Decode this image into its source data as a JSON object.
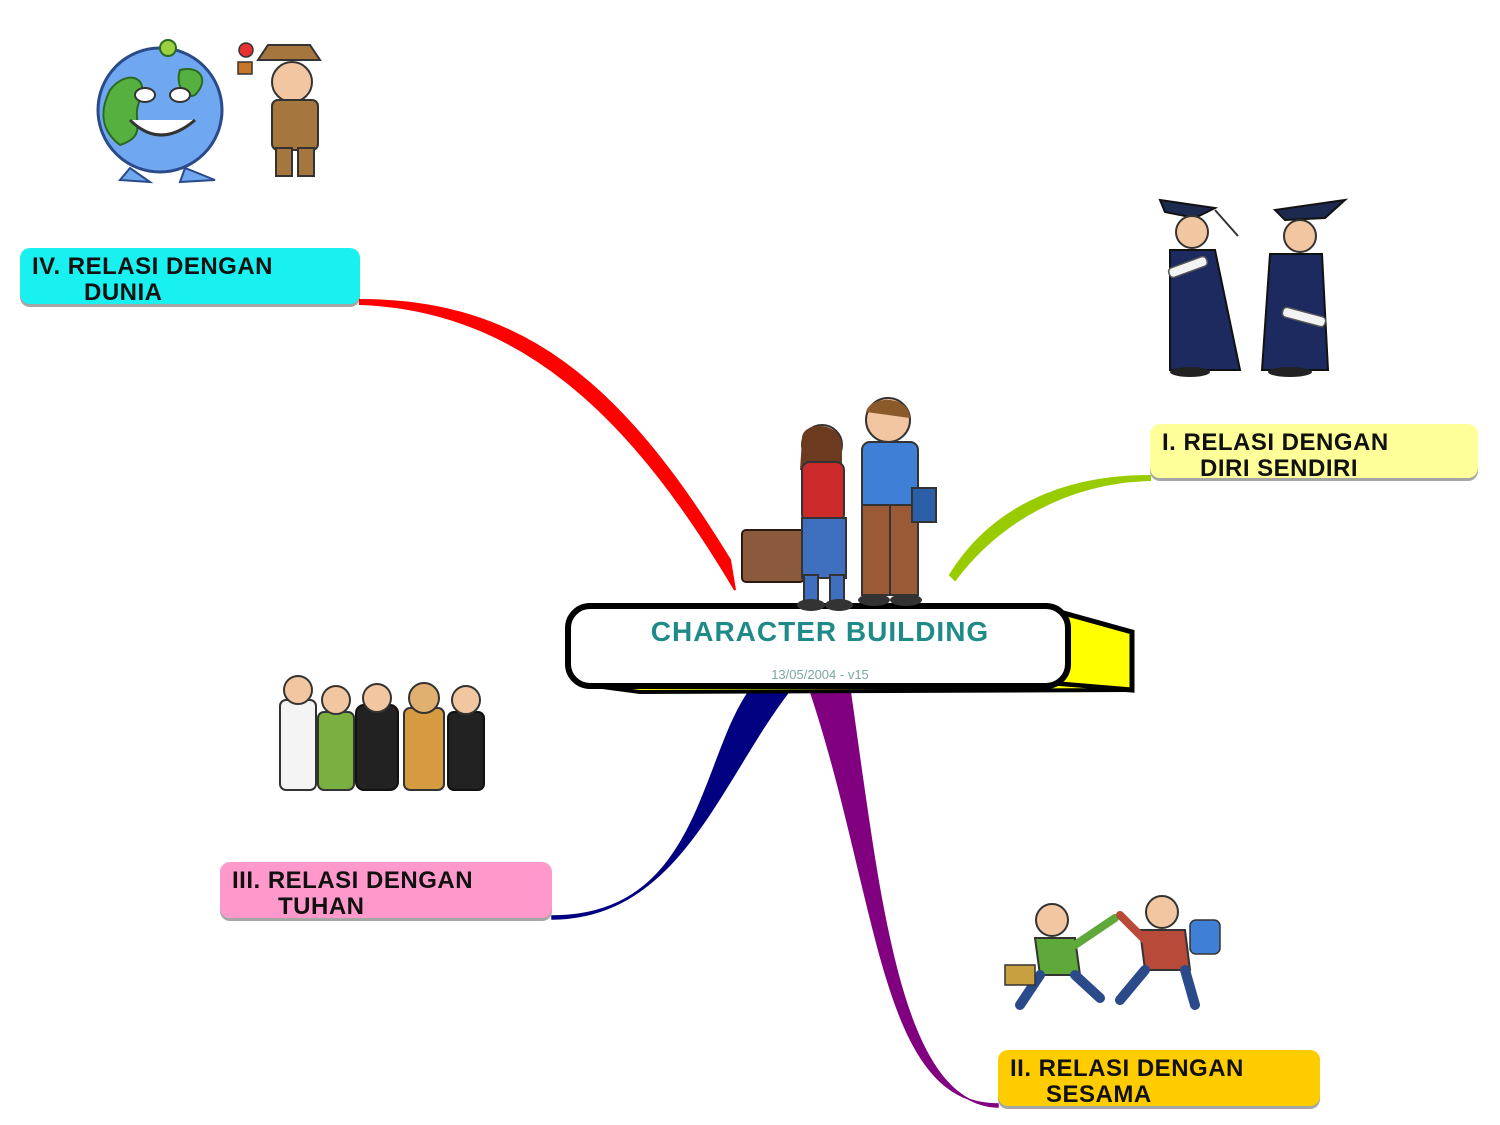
{
  "central": {
    "title": "CHARACTER BUILDING",
    "subtitle": "13/05/2004 - v15"
  },
  "branches": [
    {
      "id": "dunia",
      "line1": "IV. RELASI DENGAN",
      "line2": "DUNIA",
      "box_color": "#19f0f0",
      "branch_color": "#ff0000",
      "icon": "earth-and-explorer-icon"
    },
    {
      "id": "diri",
      "line1": "I.  RELASI DENGAN",
      "line2": "DIRI   SENDIRI",
      "box_color": "#ffff99",
      "branch_color": "#99cc00",
      "icon": "graduates-icon"
    },
    {
      "id": "tuhan",
      "line1": "III. RELASI DENGAN",
      "line2": "TUHAN",
      "box_color": "#ff99cc",
      "branch_color": "#000080",
      "icon": "religious-figures-icon"
    },
    {
      "id": "sesama",
      "line1": "II. RELASI DENGAN",
      "line2": "SESAMA",
      "box_color": "#ffcc00",
      "branch_color": "#800080",
      "icon": "high-five-icon"
    }
  ],
  "central_icon": "students-icon",
  "colors": {
    "central_box_fill": "#ffffff",
    "central_box_3d": "#ffff00",
    "title_color": "#1f8b88"
  }
}
